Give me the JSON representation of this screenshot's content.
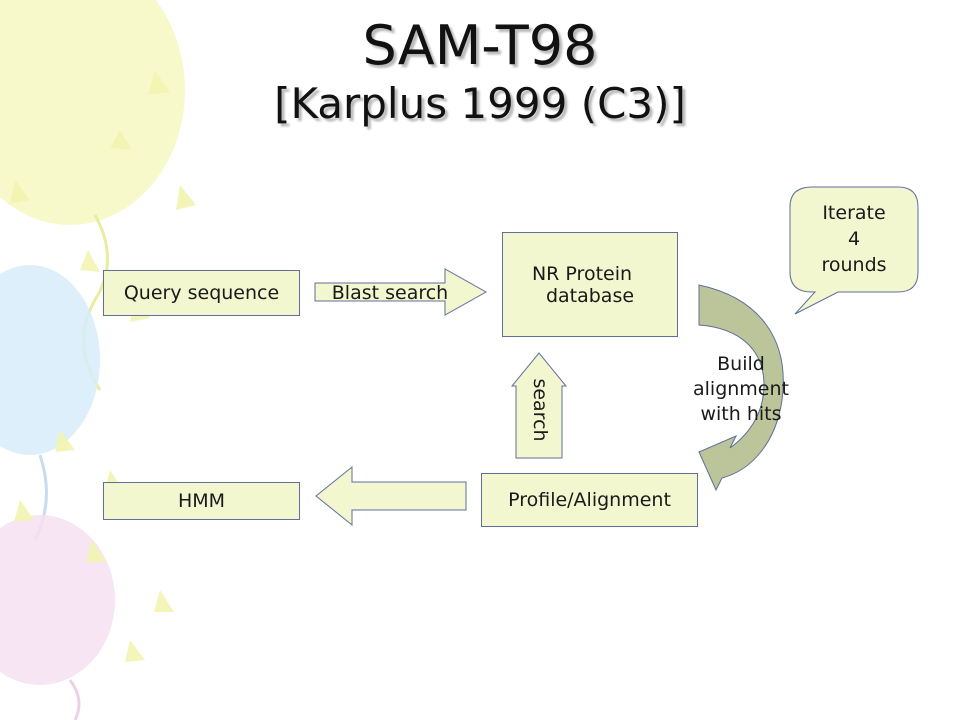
{
  "title": "SAM-T98",
  "subtitle": "[Karplus 1999 (C3)]",
  "nodes": {
    "query": "Query sequence",
    "blast": "Blast search",
    "nr_line1": "NR Protein",
    "nr_line2": "database",
    "profile": "Profile/Alignment",
    "hmm": "HMM",
    "search": "search",
    "build_line1": "Build",
    "build_line2": "alignment",
    "build_line3": "with hits",
    "iterate_line1": "Iterate",
    "iterate_line2": "4",
    "iterate_line3": "rounds"
  },
  "colors": {
    "box_fill": "#f2f7d0",
    "box_border": "#5f6f9a",
    "curved_arrow_fill": "#bcc59a",
    "balloon_yellow": "#f4f7b8",
    "balloon_blue": "#d6ecfa",
    "balloon_pink": "#f6e0f2"
  }
}
